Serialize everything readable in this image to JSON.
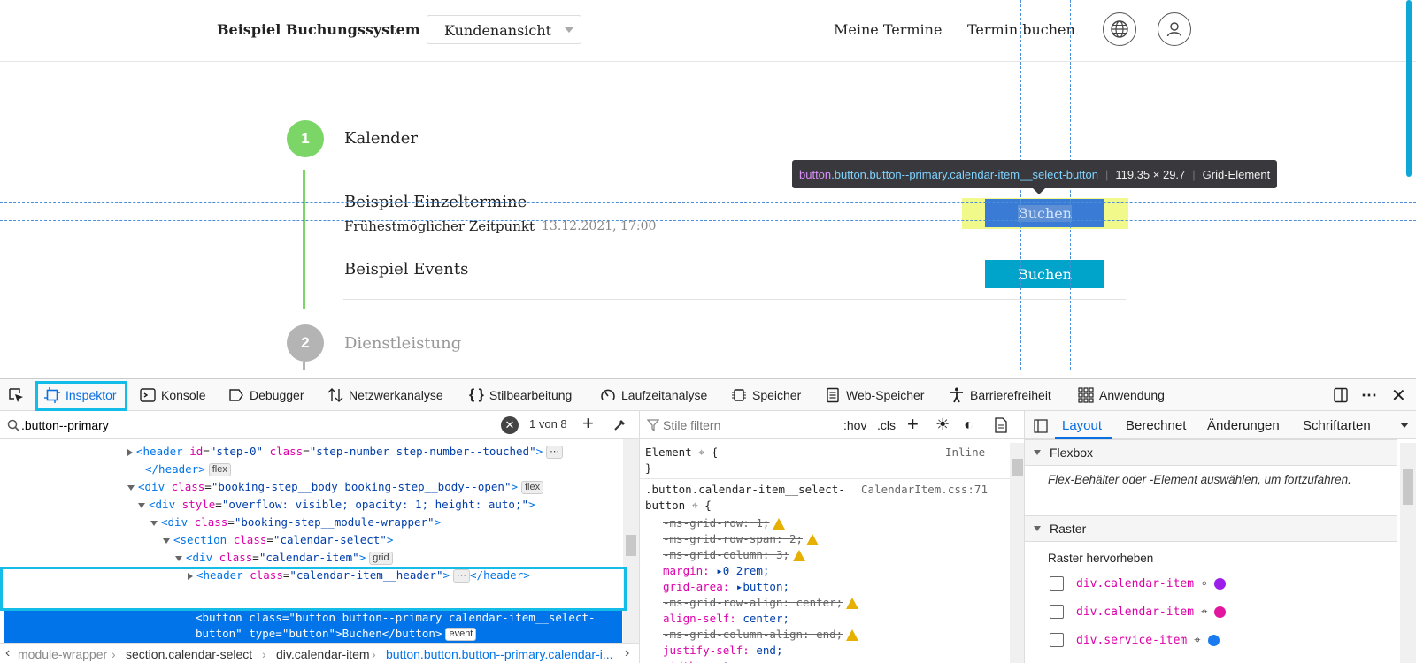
{
  "header": {
    "brand": "Beispiel Buchungssystem",
    "view_select": "Kundenansicht",
    "nav": [
      "Meine Termine",
      "Termin buchen"
    ]
  },
  "steps": {
    "step1": {
      "number": "1",
      "title": "Kalender",
      "color": "#7cd567"
    },
    "step2": {
      "number": "2",
      "title": "Dienstleistung",
      "color": "#b4b4b4"
    }
  },
  "calendar_items": [
    {
      "title": "Beispiel Einzeltermine",
      "subtitle": "Frühestmöglicher Zeitpunkt",
      "date": "13.12.2021, 17:00",
      "button": "Buchen",
      "button_color": "#3a7bd5"
    },
    {
      "title": "Beispiel Events",
      "button": "Buchen",
      "button_color": "#00a3c9"
    }
  ],
  "tooltip": {
    "tag": "button",
    "classes": ".button.button--primary.calendar-item__select-button",
    "size": "119.35 × 29.7",
    "kind": "Grid-Element"
  },
  "devtools": {
    "tabs": [
      "Inspektor",
      "Konsole",
      "Debugger",
      "Netzwerkanalyse",
      "Stilbearbeitung",
      "Laufzeitanalyse",
      "Speicher",
      "Web-Speicher",
      "Barrierefreiheit",
      "Anwendung"
    ],
    "accent": "#13bde8",
    "search": {
      "value": ".button--primary",
      "count": "1 von 8"
    },
    "markup": [
      {
        "i": 144,
        "tri": "r",
        "html": "<span class='t'>&lt;header</span> <span class='an'>id</span>=<span class='av'>\"step-0\"</span> <span class='an'>class</span>=<span class='av'>\"step-number step-number--touched\"</span><span class='t'>&gt;</span><span class='badge'>⋯</span>"
      },
      {
        "i": 154,
        "tri": "",
        "html": "<span class='t'>&lt;/header&gt;</span><span class='badge'>flex</span>"
      },
      {
        "i": 144,
        "tri": "d",
        "html": "<span class='t'>&lt;div</span> <span class='an'>class</span>=<span class='av'>\"booking-step__body booking-step__body--open\"</span><span class='t'>&gt;</span><span class='badge'>flex</span>"
      },
      {
        "i": 156,
        "tri": "d",
        "html": "<span class='t'>&lt;div</span> <span class='an'>style</span>=<span class='av'>\"overflow: visible; opacity: 1; height: auto;\"</span><span class='t'>&gt;</span>"
      },
      {
        "i": 170,
        "tri": "d",
        "html": "<span class='t'>&lt;div</span> <span class='an'>class</span>=<span class='av'>\"booking-step__module-wrapper\"</span><span class='t'>&gt;</span>"
      },
      {
        "i": 184,
        "tri": "d",
        "html": "<span class='t'>&lt;section</span> <span class='an'>class</span>=<span class='av'>\"calendar-select\"</span><span class='t'>&gt;</span>"
      },
      {
        "i": 198,
        "tri": "d",
        "html": "<span class='t'>&lt;div</span> <span class='an'>class</span>=<span class='av'>\"calendar-item\"</span><span class='t'>&gt;</span><span class='badge'>grid</span>"
      },
      {
        "i": 212,
        "tri": "r",
        "html": "<span class='t'>&lt;header</span> <span class='an'>class</span>=<span class='av'>\"calendar-item__header\"</span><span class='t'>&gt;</span><span class='badge'>⋯</span><span class='t'>&lt;/header&gt;</span>"
      }
    ],
    "selected": {
      "line1": "<button class=\"button button--primary calendar-item__select-",
      "line2": "button\" type=\"button\">Buchen</button>",
      "badge": "event"
    },
    "breadcrumb": [
      "module-wrapper",
      "section.calendar-select",
      "div.calendar-item",
      "button.button.button--primary.calendar-i..."
    ],
    "rules": {
      "filter_placeholder": "Stile filtern",
      "hov": ":hov",
      "cls": ".cls",
      "element": "Element",
      "inline": "Inline",
      "selector_line1": ".button.calendar-item__select-",
      "selector_line2": "button",
      "source": "CalendarItem.css:71",
      "props": [
        {
          "name": "-ms-grid-row",
          "value": "1",
          "strike": true,
          "warn": true
        },
        {
          "name": "-ms-grid-row-span",
          "value": "2",
          "strike": true,
          "warn": true
        },
        {
          "name": "-ms-grid-column",
          "value": "3",
          "strike": true,
          "warn": true
        },
        {
          "name": "margin",
          "value": "0 2rem",
          "strike": false,
          "warn": false,
          "tri": true
        },
        {
          "name": "grid-area",
          "value": "button",
          "strike": false,
          "warn": false,
          "tri": true
        },
        {
          "name": "-ms-grid-row-align",
          "value": "center",
          "strike": true,
          "warn": true
        },
        {
          "name": "align-self",
          "value": "center",
          "strike": false,
          "warn": false
        },
        {
          "name": "-ms-grid-column-align",
          "value": "end",
          "strike": true,
          "warn": true
        },
        {
          "name": "justify-self",
          "value": "end",
          "strike": false,
          "warn": false
        },
        {
          "name": "width",
          "value": "auto",
          "strike": false,
          "warn": false
        }
      ]
    },
    "layout": {
      "tabs": [
        "Layout",
        "Berechnet",
        "Änderungen",
        "Schriftarten"
      ],
      "flexbox": "Flexbox",
      "flex_hint": "Flex-Behälter oder -Element auswählen, um fortzufahren.",
      "raster": "Raster",
      "raster_highlight": "Raster hervorheben",
      "grids": [
        {
          "name": "div.calendar-item",
          "color": "#9b1fe8"
        },
        {
          "name": "div.calendar-item",
          "color": "#e3169f"
        },
        {
          "name": "div.service-item",
          "color": "#1a7cf0"
        }
      ]
    }
  }
}
